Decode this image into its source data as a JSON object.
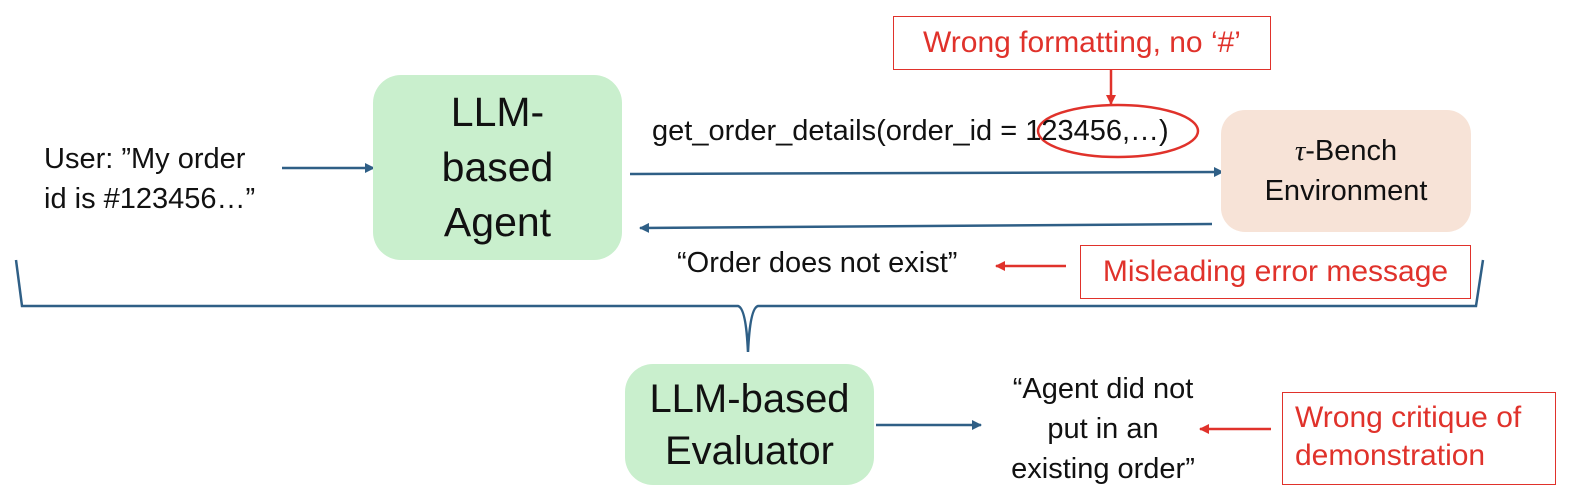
{
  "user_message": {
    "line1": "User: ”My order",
    "line2": "id is #123456…”"
  },
  "agent_box": {
    "line1": "LLM-",
    "line2": "based",
    "line3": "Agent"
  },
  "tool_call": {
    "prefix": "get_order_details(order_id = ",
    "value": "123456,…",
    "suffix": ")"
  },
  "environment_box": {
    "symbol": "τ",
    "line1_rest": "-Bench",
    "line2": "Environment"
  },
  "env_response": "“Order does not exist”",
  "evaluator_box": {
    "line1": "LLM-based",
    "line2": "Evaluator"
  },
  "evaluator_output": {
    "line1": "“Agent did not",
    "line2": "put in an",
    "line3": "existing order”"
  },
  "annotations": {
    "formatting": "Wrong formatting, no ‘#’",
    "error_message": "Misleading error message",
    "critique_line1": "Wrong critique of",
    "critique_line2": "demonstration"
  },
  "colors": {
    "arrow": "#2f5f86",
    "annotation": "#e0322b",
    "agent_fill": "#c9efcd",
    "environment_fill": "#f7e3d7"
  }
}
